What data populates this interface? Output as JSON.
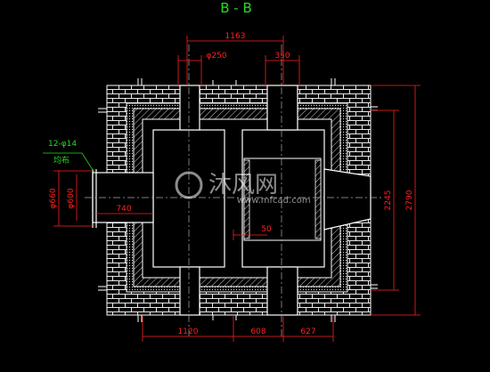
{
  "title": "B - B",
  "dimensions": {
    "top_overall": "1163",
    "top_left_pipe": "φ250",
    "top_right_pipe": "350",
    "right_inner_height": "2245",
    "right_outer_height": "2790",
    "left_outer": "φ660",
    "left_inner": "φ600",
    "left_length": "740",
    "inner_offset": "50",
    "bottom_left": "1120",
    "bottom_mid": "608",
    "bottom_right": "627"
  },
  "annotation": {
    "holes": "12-φ14",
    "sub": "均布"
  },
  "watermark": {
    "brand": "沐风网",
    "url": "www.mfcad.com"
  },
  "colors": {
    "background": "#000000",
    "lines": "#ffffff",
    "dimension": "#ff2020",
    "text_green": "#22dd22"
  }
}
